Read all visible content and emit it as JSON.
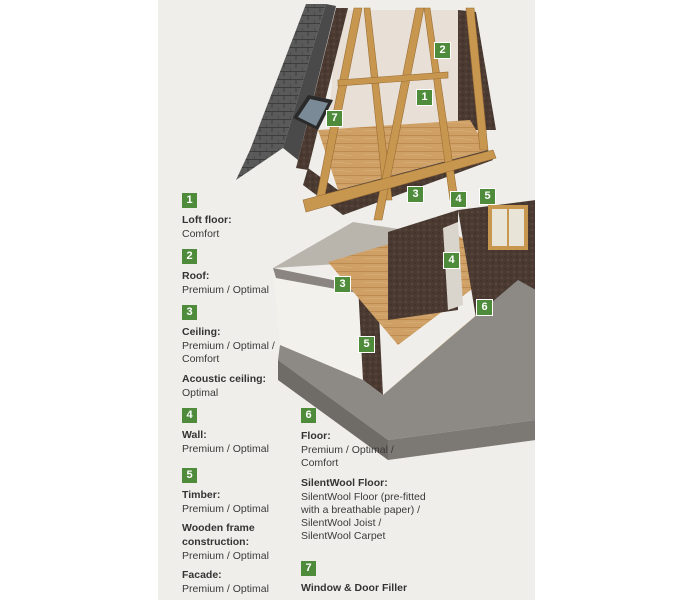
{
  "badges": [
    "1",
    "2",
    "3",
    "4",
    "5",
    "6",
    "7"
  ],
  "legend": {
    "loft": {
      "num": "1",
      "title": "Loft floor:",
      "lines": [
        "Comfort"
      ]
    },
    "roof": {
      "num": "2",
      "title": "Roof:",
      "lines": [
        "Premium / Optimal"
      ]
    },
    "ceiling": {
      "num": "3",
      "title": "Ceiling:",
      "lines": [
        "Premium / Optimal /",
        "Comfort"
      ]
    },
    "acoustic": {
      "title": "Acoustic ceiling:",
      "lines": [
        "Optimal"
      ]
    },
    "wall": {
      "num": "4",
      "title": "Wall:",
      "lines": [
        "Premium / Optimal"
      ]
    },
    "timber": {
      "num": "5",
      "title": "Timber:",
      "lines": [
        "Premium / Optimal"
      ]
    },
    "frame": {
      "title_lines": [
        "Wooden frame",
        "construction:"
      ],
      "lines": [
        "Premium / Optimal"
      ]
    },
    "facade": {
      "title": "Facade:",
      "lines": [
        "Premium / Optimal"
      ]
    },
    "floor": {
      "num": "6",
      "title": "Floor:",
      "lines": [
        "Premium / Optimal /",
        "Comfort"
      ]
    },
    "silent": {
      "title": "SilentWool Floor:",
      "lines": [
        "SilentWool Floor (pre-fitted",
        "with a breathable paper) /",
        "SilentWool Joist /",
        "SilentWool Carpet"
      ]
    },
    "window": {
      "num": "7",
      "title": "Window & Door Filler"
    }
  },
  "colors": {
    "badge": "#4e8c3c",
    "panel": "#f0eeea",
    "timber": "#c8974f",
    "insulation": "#4a3a32",
    "tile": "#555555"
  }
}
